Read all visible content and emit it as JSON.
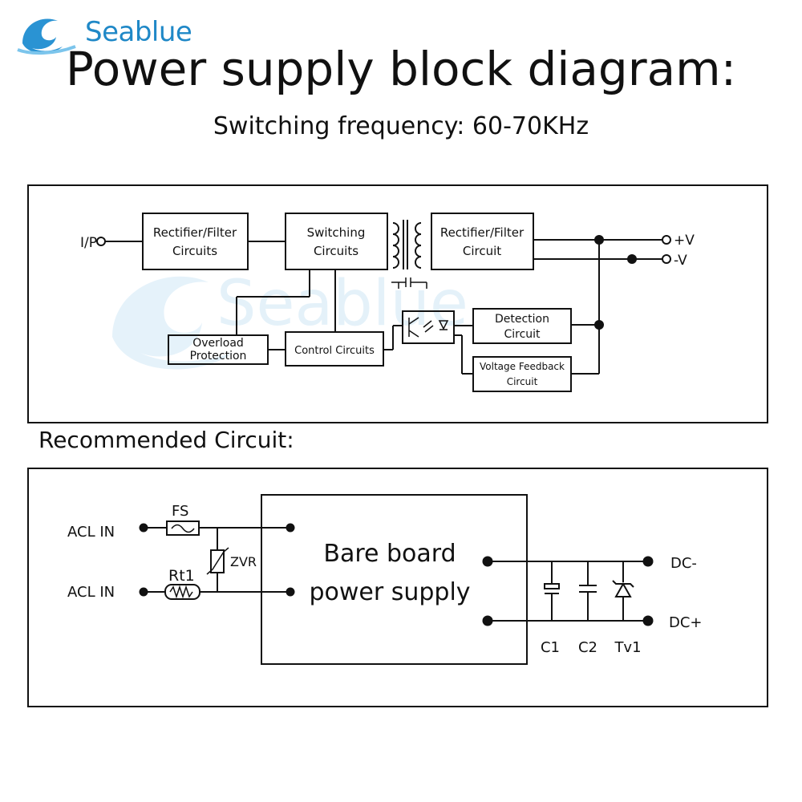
{
  "brand": {
    "name": "Seablue",
    "color": "#1f88c7"
  },
  "title": "Power supply block diagram:",
  "subtitle": "Switching frequency: 60-70KHz",
  "block_diagram": {
    "input_label": "I/P",
    "rectifier_filter_in": [
      "Rectifier/Filter",
      "Circuits"
    ],
    "switching": [
      "Switching",
      "Circuits"
    ],
    "rectifier_filter_out": [
      "Rectifier/Filter",
      "Circuit"
    ],
    "overload": [
      "Overload",
      "Protection"
    ],
    "control": "Control Circuits",
    "detection": [
      "Detection",
      "Circuit"
    ],
    "voltage_feedback": [
      "Voltage Feedback",
      "Circuit"
    ],
    "out_pos": "+V",
    "out_neg": "-V"
  },
  "recommended_label": "Recommended Circuit:",
  "recommended": {
    "acl_in_top": "ACL IN",
    "acl_in_bottom": "ACL IN",
    "fuse": "FS",
    "thermistor": "Rt1",
    "varistor": "ZVR",
    "board": [
      "Bare board",
      "power supply"
    ],
    "dc_neg": "DC-",
    "dc_pos": "DC+",
    "c1": "C1",
    "c2": "C2",
    "tv1": "Tv1"
  }
}
